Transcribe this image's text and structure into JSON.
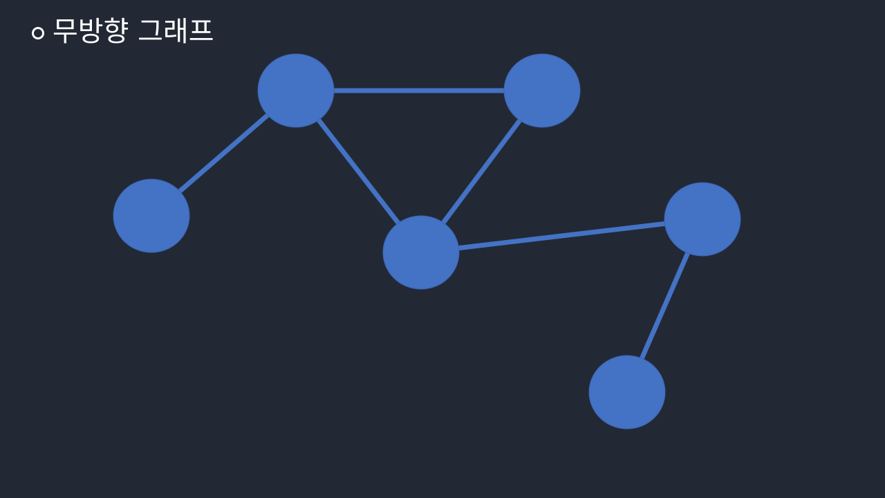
{
  "slide": {
    "title": "무방향 그래프"
  },
  "graph": {
    "type": "undirected",
    "nodes": [
      {
        "id": "n1"
      },
      {
        "id": "n2"
      },
      {
        "id": "n3"
      },
      {
        "id": "n4"
      },
      {
        "id": "n5"
      },
      {
        "id": "n6"
      }
    ],
    "edges": [
      {
        "from": "n1",
        "to": "n2"
      },
      {
        "from": "n1",
        "to": "n3"
      },
      {
        "from": "n1",
        "to": "n4"
      },
      {
        "from": "n2",
        "to": "n4"
      },
      {
        "from": "n4",
        "to": "n5"
      },
      {
        "from": "n5",
        "to": "n6"
      }
    ]
  },
  "colors": {
    "background": "#222935",
    "node_fill": "#4472C4",
    "edge": "#4472C4",
    "title_text": "#FFFFFF"
  }
}
